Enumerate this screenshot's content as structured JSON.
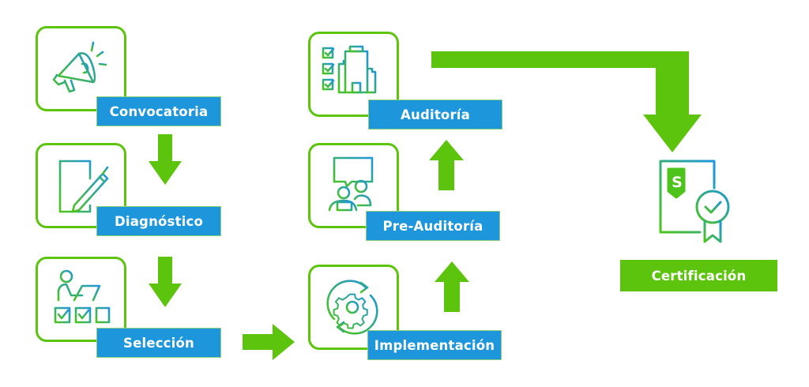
{
  "colors": {
    "accent_green": "#5cc40c",
    "label_blue": "#1e96db",
    "icon_gradient_start": "#4cc41c",
    "icon_gradient_end": "#1e96db"
  },
  "steps": [
    {
      "id": "convocatoria",
      "label": "Convocatoria",
      "icon": "megaphone-icon"
    },
    {
      "id": "diagnostico",
      "label": "Diagnóstico",
      "icon": "document-pen-icon"
    },
    {
      "id": "seleccion",
      "label": "Selección",
      "icon": "person-desk-checkboxes-icon"
    },
    {
      "id": "implementacion",
      "label": "Implementación",
      "icon": "gear-cycle-icon"
    },
    {
      "id": "pre_auditoria",
      "label": "Pre-Auditoría",
      "icon": "meeting-speech-bubble-icon"
    },
    {
      "id": "auditoria",
      "label": "Auditoría",
      "icon": "checklist-building-icon"
    },
    {
      "id": "certificacion",
      "label": "Certificación",
      "icon": "certificate-badge-icon"
    }
  ],
  "certificate_letter": "S",
  "flow": [
    {
      "from": "Convocatoria",
      "to": "Diagnóstico",
      "direction": "down"
    },
    {
      "from": "Diagnóstico",
      "to": "Selección",
      "direction": "down"
    },
    {
      "from": "Selección",
      "to": "Implementación",
      "direction": "right"
    },
    {
      "from": "Implementación",
      "to": "Pre-Auditoría",
      "direction": "up"
    },
    {
      "from": "Pre-Auditoría",
      "to": "Auditoría",
      "direction": "up"
    },
    {
      "from": "Auditoría",
      "to": "Certificación",
      "direction": "right-then-down"
    }
  ]
}
